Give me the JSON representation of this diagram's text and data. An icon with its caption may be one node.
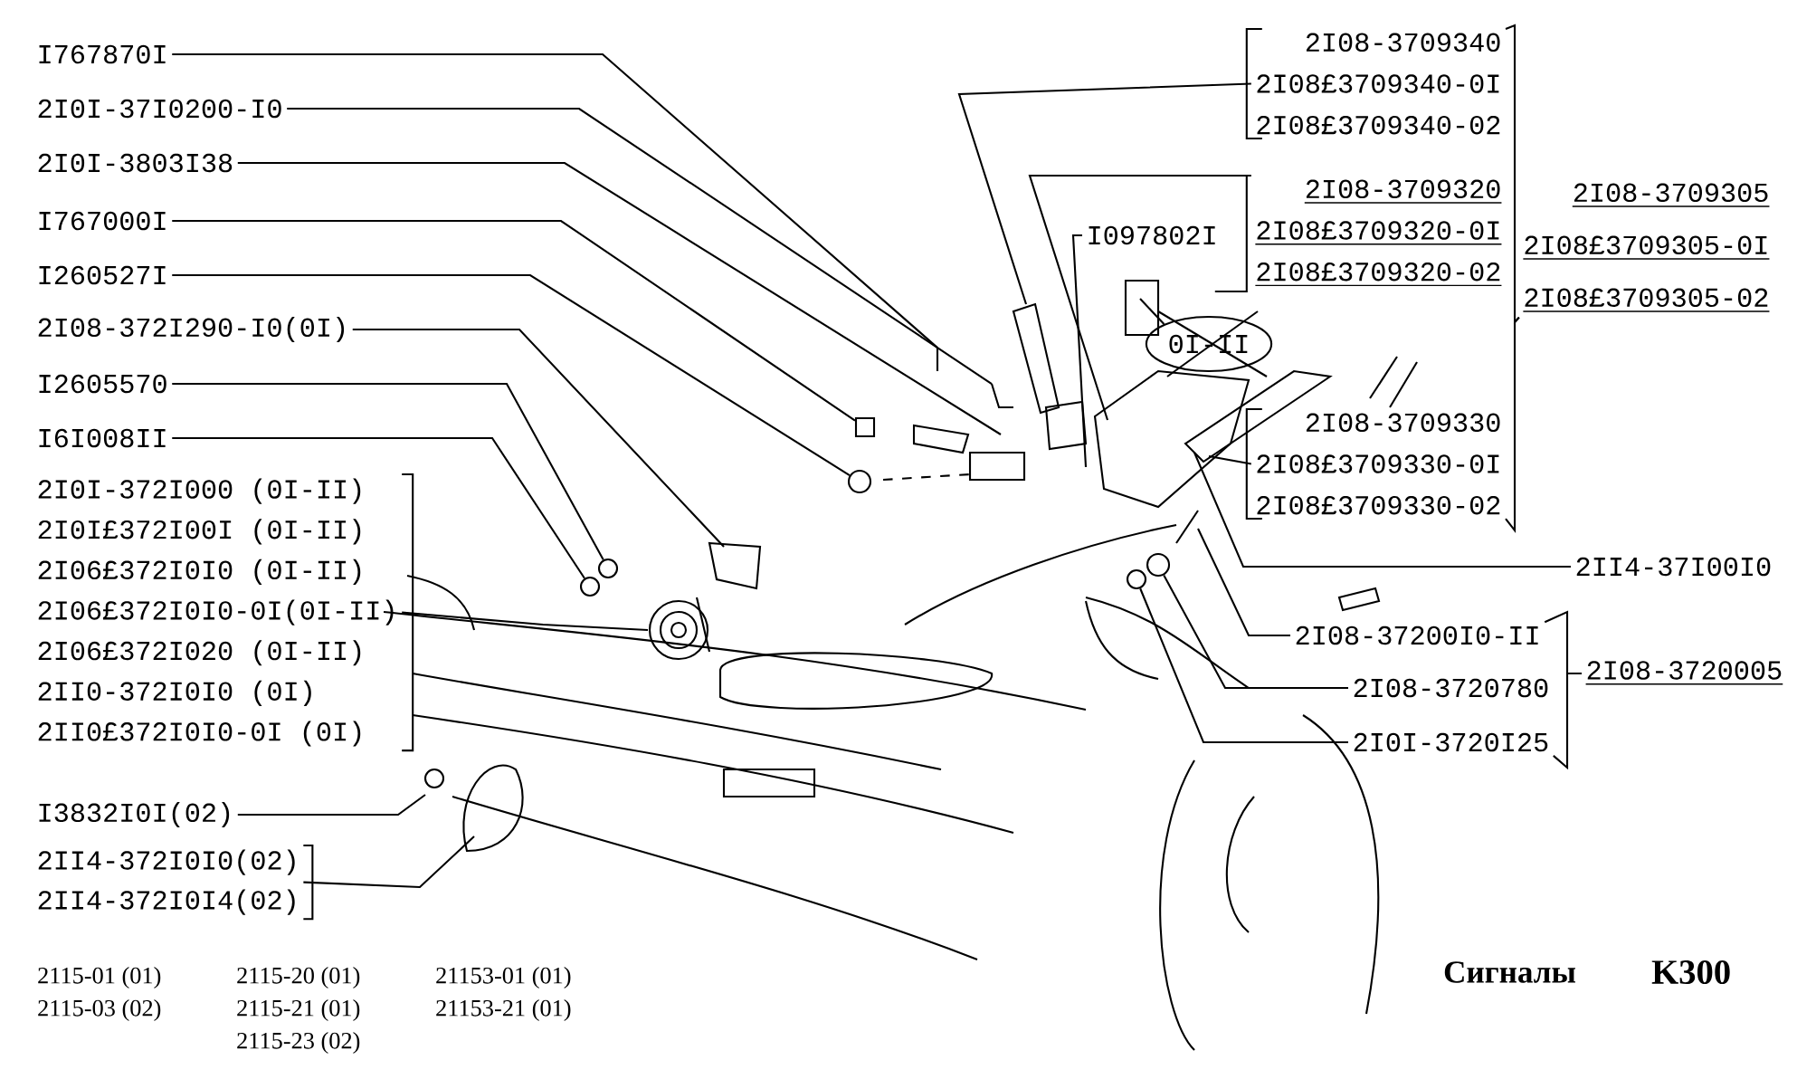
{
  "diagram": {
    "title": "Сигналы",
    "nodes": [
      {
        "text": [
          "I767870I"
        ]
      },
      {
        "text": [
          "2I0I-37I0200-I0"
        ]
      },
      {
        "text": [
          "2I0I-3803I38"
        ]
      },
      {
        "text": [
          "I767000I"
        ]
      },
      {
        "text": [
          "I260527I"
        ]
      },
      {
        "text": [
          "2I08-372I290-I0(0I)"
        ]
      },
      {
        "text": [
          "I2605570"
        ]
      },
      {
        "text": [
          "I6I008II"
        ]
      },
      {
        "text": [
          "2I0I-372I000 (0I-II)",
          "2I0I£372I00I (0I-II)",
          "2I06£372I0I0 (0I-II)",
          "2I06£372I0I0-0I(0I-II)",
          "2I06£372I020 (0I-II)",
          "2II0-372I0I0 (0I)",
          "2II0£372I0I0-0I (0I)"
        ]
      },
      {
        "text": [
          "I3832I0I(02)"
        ]
      },
      {
        "text": [
          "2II4-372I0I0(02)",
          "2II4-372I0I4(02)"
        ]
      },
      {
        "text": [
          "2I08-3709340",
          "2I08£3709340-0I",
          "2I08£3709340-02"
        ]
      },
      {
        "text": [
          "I097802I"
        ]
      },
      {
        "text": [
          "2I08-3709320",
          "2I08£3709320-0I",
          "2I08£3709320-02"
        ]
      },
      {
        "text": [
          "2I08-3709330",
          "2I08£3709330-0I",
          "2I08£3709330-02"
        ]
      },
      {
        "text": [
          "2I08-3709305",
          "2I08£3709305-0I",
          "2I08£3709305-02"
        ]
      },
      {
        "text": [
          "2II4-37I00I0"
        ]
      },
      {
        "text": [
          "2I08-37200I0-II"
        ]
      },
      {
        "text": [
          "2I08-3720780"
        ]
      },
      {
        "text": [
          "2I0I-3720I25"
        ]
      },
      {
        "text": [
          "2I08-3720005"
        ]
      },
      {
        "text": [
          "0I-II"
        ]
      },
      {
        "text": [],
        "shape": "circle"
      },
      {
        "text": [],
        "shape": "circle"
      },
      {
        "text": [],
        "shape": "circle"
      },
      {
        "text": [],
        "shape": "circle"
      },
      {
        "text": [],
        "shape": "circle"
      },
      {
        "text": [],
        "shape": "box"
      }
    ],
    "edges": [
      {
        "from": 0,
        "to": null,
        "arrow": "none"
      },
      {
        "from": 1,
        "to": null,
        "arrow": "none"
      },
      {
        "from": 2,
        "to": null,
        "arrow": "none"
      },
      {
        "from": 3,
        "to": 27,
        "arrow": "none"
      },
      {
        "from": 4,
        "to": 22,
        "arrow": "none"
      },
      {
        "from": 5,
        "to": null,
        "arrow": "none"
      },
      {
        "from": 6,
        "to": 23,
        "arrow": "none"
      },
      {
        "from": 7,
        "to": 24,
        "arrow": "none"
      },
      {
        "from": 8,
        "to": null,
        "arrow": "none"
      },
      {
        "from": 9,
        "to": null,
        "arrow": "none"
      },
      {
        "from": 10,
        "to": null,
        "arrow": "none"
      },
      {
        "from": 11,
        "to": null,
        "arrow": "none"
      },
      {
        "from": 12,
        "to": null,
        "arrow": "none"
      },
      {
        "from": 13,
        "to": null,
        "arrow": "none"
      },
      {
        "from": 14,
        "to": null,
        "arrow": "none"
      },
      {
        "from": 16,
        "to": null,
        "arrow": "none"
      },
      {
        "from": 17,
        "to": null,
        "arrow": "none"
      },
      {
        "from": 18,
        "to": 25,
        "arrow": "none"
      },
      {
        "from": 19,
        "to": 26,
        "arrow": "none"
      },
      {
        "from": 21,
        "to": null,
        "arrow": "none"
      },
      {
        "from": 11,
        "to": 15,
        "arrow": "none"
      },
      {
        "from": 14,
        "to": 15,
        "arrow": "none"
      },
      {
        "from": 17,
        "to": 20,
        "arrow": "none"
      },
      {
        "from": 19,
        "to": 20,
        "arrow": "none"
      }
    ],
    "labels": [
      "2115-01 (01)",
      "2115-20 (01)",
      "21153-01 (01)",
      "2115-03 (02)",
      "2115-21 (01)",
      "21153-21 (01)",
      "2115-23 (02)",
      "K300"
    ]
  }
}
